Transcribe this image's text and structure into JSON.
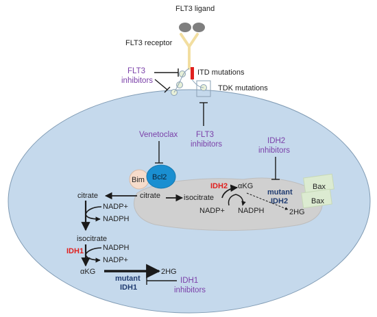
{
  "colors": {
    "cell_fill": "#c5d9ec",
    "cell_stroke": "#7f9ab3",
    "mito_fill": "#d0d0d0",
    "bcl2_fill": "#1a8fd1",
    "bim_fill": "#f6dccb",
    "bax_fill": "#dcebd1",
    "receptor": "#f2dea0",
    "ligand": "#7f7f7f",
    "inhibitor_text": "#7a3fa8",
    "enzyme_red": "#e0201e",
    "mutant_navy": "#1f3b70",
    "arrow": "#1a1a1a"
  },
  "receptor": {
    "ligand_label": "FLT3 ligand",
    "receptor_label": "FLT3 receptor",
    "itd_label": "ITD mutations",
    "tdk_label": "TDK mutations"
  },
  "inhibitors": {
    "flt3_left": [
      "FLT3",
      "inhibitors"
    ],
    "flt3_bottom": [
      "FLT3",
      "inhibitors"
    ],
    "venetoclax": "Venetoclax",
    "idh2": [
      "IDH2",
      "inhibitors"
    ],
    "idh1": [
      "IDH1",
      "inhibitors"
    ]
  },
  "apoptosis": {
    "bim": "Bim",
    "bcl2": "Bcl2",
    "bax_1": "Bax",
    "bax_2": "Bax"
  },
  "mitochondria": {
    "citrate": "citrate",
    "isocitrate": "isocitrate",
    "idh2": "IDH2",
    "akg": "αKG",
    "nadp_plus": "NADP+",
    "nadph": "NADPH",
    "mutant": "mutant",
    "mutant_idh2": "IDH2",
    "two_hg": "2HG"
  },
  "cytosol": {
    "citrate": "citrate",
    "nadp_plus_1": "NADP+",
    "nadph_1": "NADPH",
    "isocitrate": "isocitrate",
    "idh1": "IDH1",
    "nadph_2": "NADPH",
    "nadp_plus_2": "NADP+",
    "akg": "αKG",
    "two_hg": "2HG",
    "mutant": "mutant",
    "mutant_idh1": "IDH1"
  }
}
